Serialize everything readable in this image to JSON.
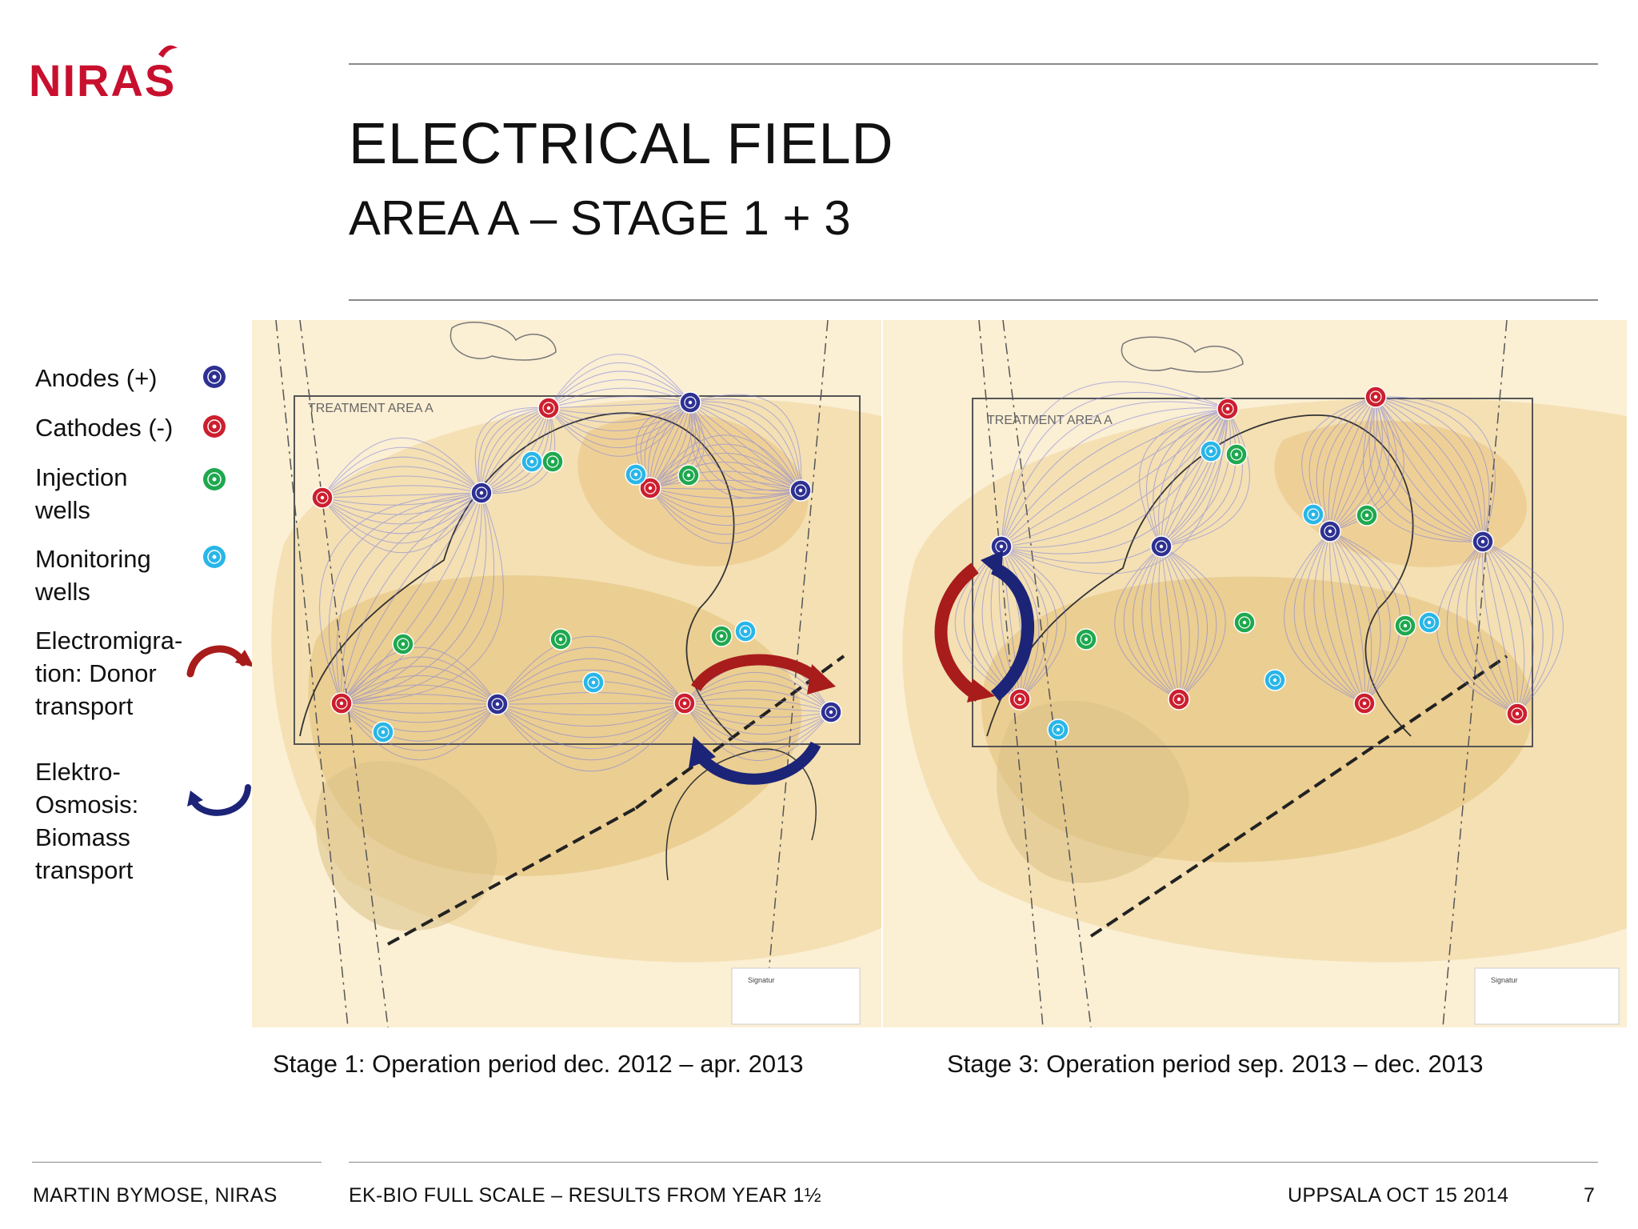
{
  "logo": {
    "text": "NIRAS",
    "color": "#c8102e"
  },
  "title": "ELECTRICAL FIELD",
  "subtitle": "AREA A  – STAGE 1 + 3",
  "legend": {
    "anodes": "Anodes (+)",
    "cathodes": "Cathodes (-)",
    "injection": "Injection wells",
    "monitoring": "Monitoring wells",
    "electromigration": "Electromigra-tion: Donor transport",
    "electroosmosis": "Elektro-Osmosis: Biomass transport"
  },
  "colors": {
    "anode": "#2e3192",
    "cathode": "#cc1f2f",
    "injection": "#1fa84f",
    "monitoring": "#29b6e8",
    "arrow_red": "#a81c1c",
    "arrow_blue": "#1c2478",
    "map_bg": "#fbefd4",
    "map_plume": "#efcf95"
  },
  "maps": {
    "stage1": {
      "area_label": "TREATMENT AREA A",
      "legend_title": "Signatur"
    },
    "stage3": {
      "area_label": "TREATMENT AREA A",
      "legend_title": "Signatur"
    }
  },
  "captions": {
    "stage1": "Stage 1: Operation period dec. 2012 – apr. 2013",
    "stage3": "Stage 3: Operation period sep. 2013 – dec. 2013"
  },
  "footer": {
    "author": "MARTIN BYMOSE, NIRAS",
    "project": "EK-BIO FULL SCALE – RESULTS FROM YEAR 1½",
    "event": "UPPSALA OCT 15 2014",
    "page": "7"
  }
}
